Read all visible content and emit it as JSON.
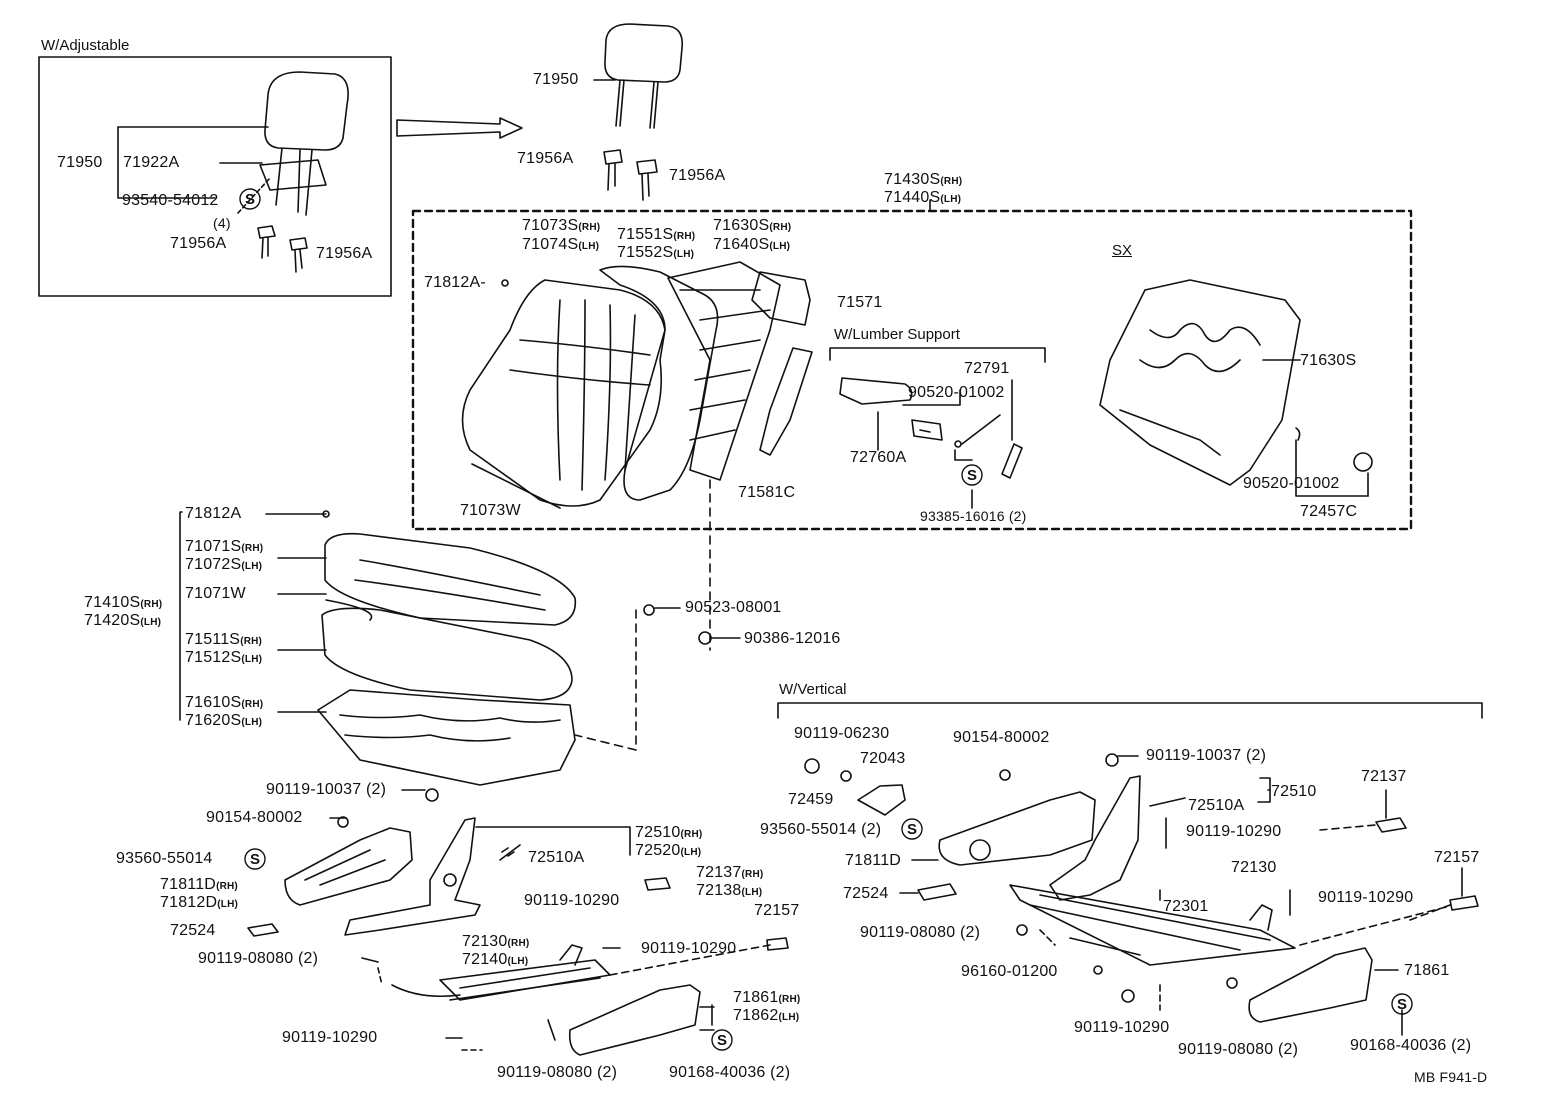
{
  "sections": {
    "adjustable_title": "W/Adjustable",
    "lumber_title": "W/Lumber Support",
    "sx_title": "SX",
    "vertical_title": "W/Vertical",
    "figure_code": "MB F941-D"
  },
  "symbols": {
    "s_mark": "S"
  },
  "part_labels": {
    "headrest_main": "71950",
    "headrest_inset": "71950",
    "headrest_bracket": "71922A",
    "screw_93540": "93540-54012",
    "screw_qty4": "(4)",
    "support_inset_l": "71956A",
    "support_inset_r": "71956A",
    "support_main_l": "71956A",
    "support_main_r": "71956A",
    "back_assy_1": "71430S",
    "back_assy_2": "71440S",
    "back_cover_1": "71073S",
    "back_cover_2": "71074S",
    "back_pad_1": "71551S",
    "back_pad_2": "71552S",
    "back_frame_1": "71630S",
    "back_frame_2": "71640S",
    "hog_ring_top": "71812A-",
    "pad_71571": "71571",
    "wire_71073W": "71073W",
    "pad_71581C": "71581C",
    "lumber_72791": "72791",
    "lumber_clip": "90520-01002",
    "lumber_72760A": "72760A",
    "lumber_screw": "93385-16016 (2)",
    "sx_frame": "71630S",
    "sx_clip": "90520-01002",
    "sx_knob": "72457C",
    "cush_hog": "71812A",
    "cush_cover_1": "71071S",
    "cush_cover_2": "71072S",
    "cush_assy_1": "71410S",
    "cush_assy_2": "71420S",
    "cush_wire": "71071W",
    "cush_pad_1": "71511S",
    "cush_pad_2": "71512S",
    "cush_frame_1": "71610S",
    "cush_frame_2": "71620S",
    "nut_90523": "90523-08001",
    "bolt_90386": "90386-12016",
    "l_bolt_10037": "90119-10037 (2)",
    "l_washer_80002": "90154-80002",
    "l_screw_55014": "93560-55014",
    "l_cover_1": "71811D",
    "l_cover_2": "71812D",
    "l_knob_72524": "72524",
    "l_bolt_08080": "90119-08080 (2)",
    "l_adj_1": "72510",
    "l_adj_2": "72520",
    "l_spring": "72510A",
    "l_bolt_10290_a": "90119-10290",
    "l_cap_1": "72137",
    "l_cap_2": "72138",
    "l_cap_72157": "72157",
    "l_track_1": "72130",
    "l_track_2": "72140",
    "l_bolt_10290_b": "90119-10290",
    "l_bolt_10290_c": "90119-10290",
    "l_shield_1": "71861",
    "l_shield_2": "71862",
    "l_bolt_08080_b": "90119-08080 (2)",
    "l_screw_40036": "90168-40036 (2)",
    "v_bolt_06230": "90119-06230",
    "v_part_72043": "72043",
    "v_washer_80002": "90154-80002",
    "v_bolt_10037": "90119-10037 (2)",
    "v_part_72459": "72459",
    "v_adj": "72510",
    "v_spring": "72510A",
    "v_cap_72137": "72137",
    "v_screw_55014": "93560-55014 (2)",
    "v_bolt_10290_a": "90119-10290",
    "v_cover": "71811D",
    "v_track": "72130",
    "v_cap_72157": "72157",
    "v_knob_72524": "72524",
    "v_bolt_10290_b": "90119-10290",
    "v_link_72301": "72301",
    "v_bolt_08080_a": "90119-08080 (2)",
    "v_clip_96160": "96160-01200",
    "v_shield": "71861",
    "v_bolt_10290_c": "90119-10290",
    "v_bolt_08080_b": "90119-08080 (2)",
    "v_screw_40036": "90168-40036 (2)"
  },
  "suffixes": {
    "rh": "(RH)",
    "lh": "(LH)"
  }
}
